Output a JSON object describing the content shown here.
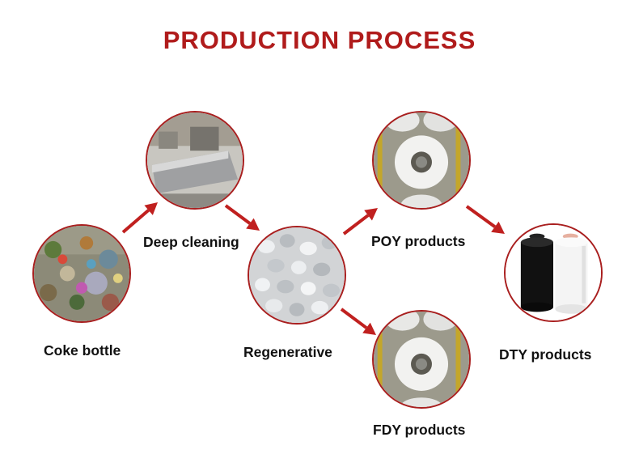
{
  "title": "PRODUCTION PROCESS",
  "colors": {
    "title": "#b01b1b",
    "arrow": "#c0201f",
    "ring": "#a91f1f"
  },
  "steps": [
    {
      "id": "coke-bottle",
      "label": "Coke bottle",
      "image": "plastic-bottle-pile-photo"
    },
    {
      "id": "deep-cleaning",
      "label": "Deep cleaning",
      "image": "washing-machine-photo"
    },
    {
      "id": "regenerative",
      "label": "Regenerative",
      "image": "plastic-pellets-photo"
    },
    {
      "id": "poy",
      "label": "POY products",
      "image": "yarn-bobbin-rack-photo"
    },
    {
      "id": "fdy",
      "label": "FDY products",
      "image": "yarn-bobbin-rack-photo"
    },
    {
      "id": "dty",
      "label": "DTY products",
      "image": "black-white-yarn-cones-photo"
    }
  ],
  "flows": [
    {
      "from": "coke-bottle",
      "to": "deep-cleaning"
    },
    {
      "from": "deep-cleaning",
      "to": "regenerative"
    },
    {
      "from": "regenerative",
      "to": "poy"
    },
    {
      "from": "regenerative",
      "to": "fdy"
    },
    {
      "from": "poy",
      "to": "dty"
    }
  ]
}
